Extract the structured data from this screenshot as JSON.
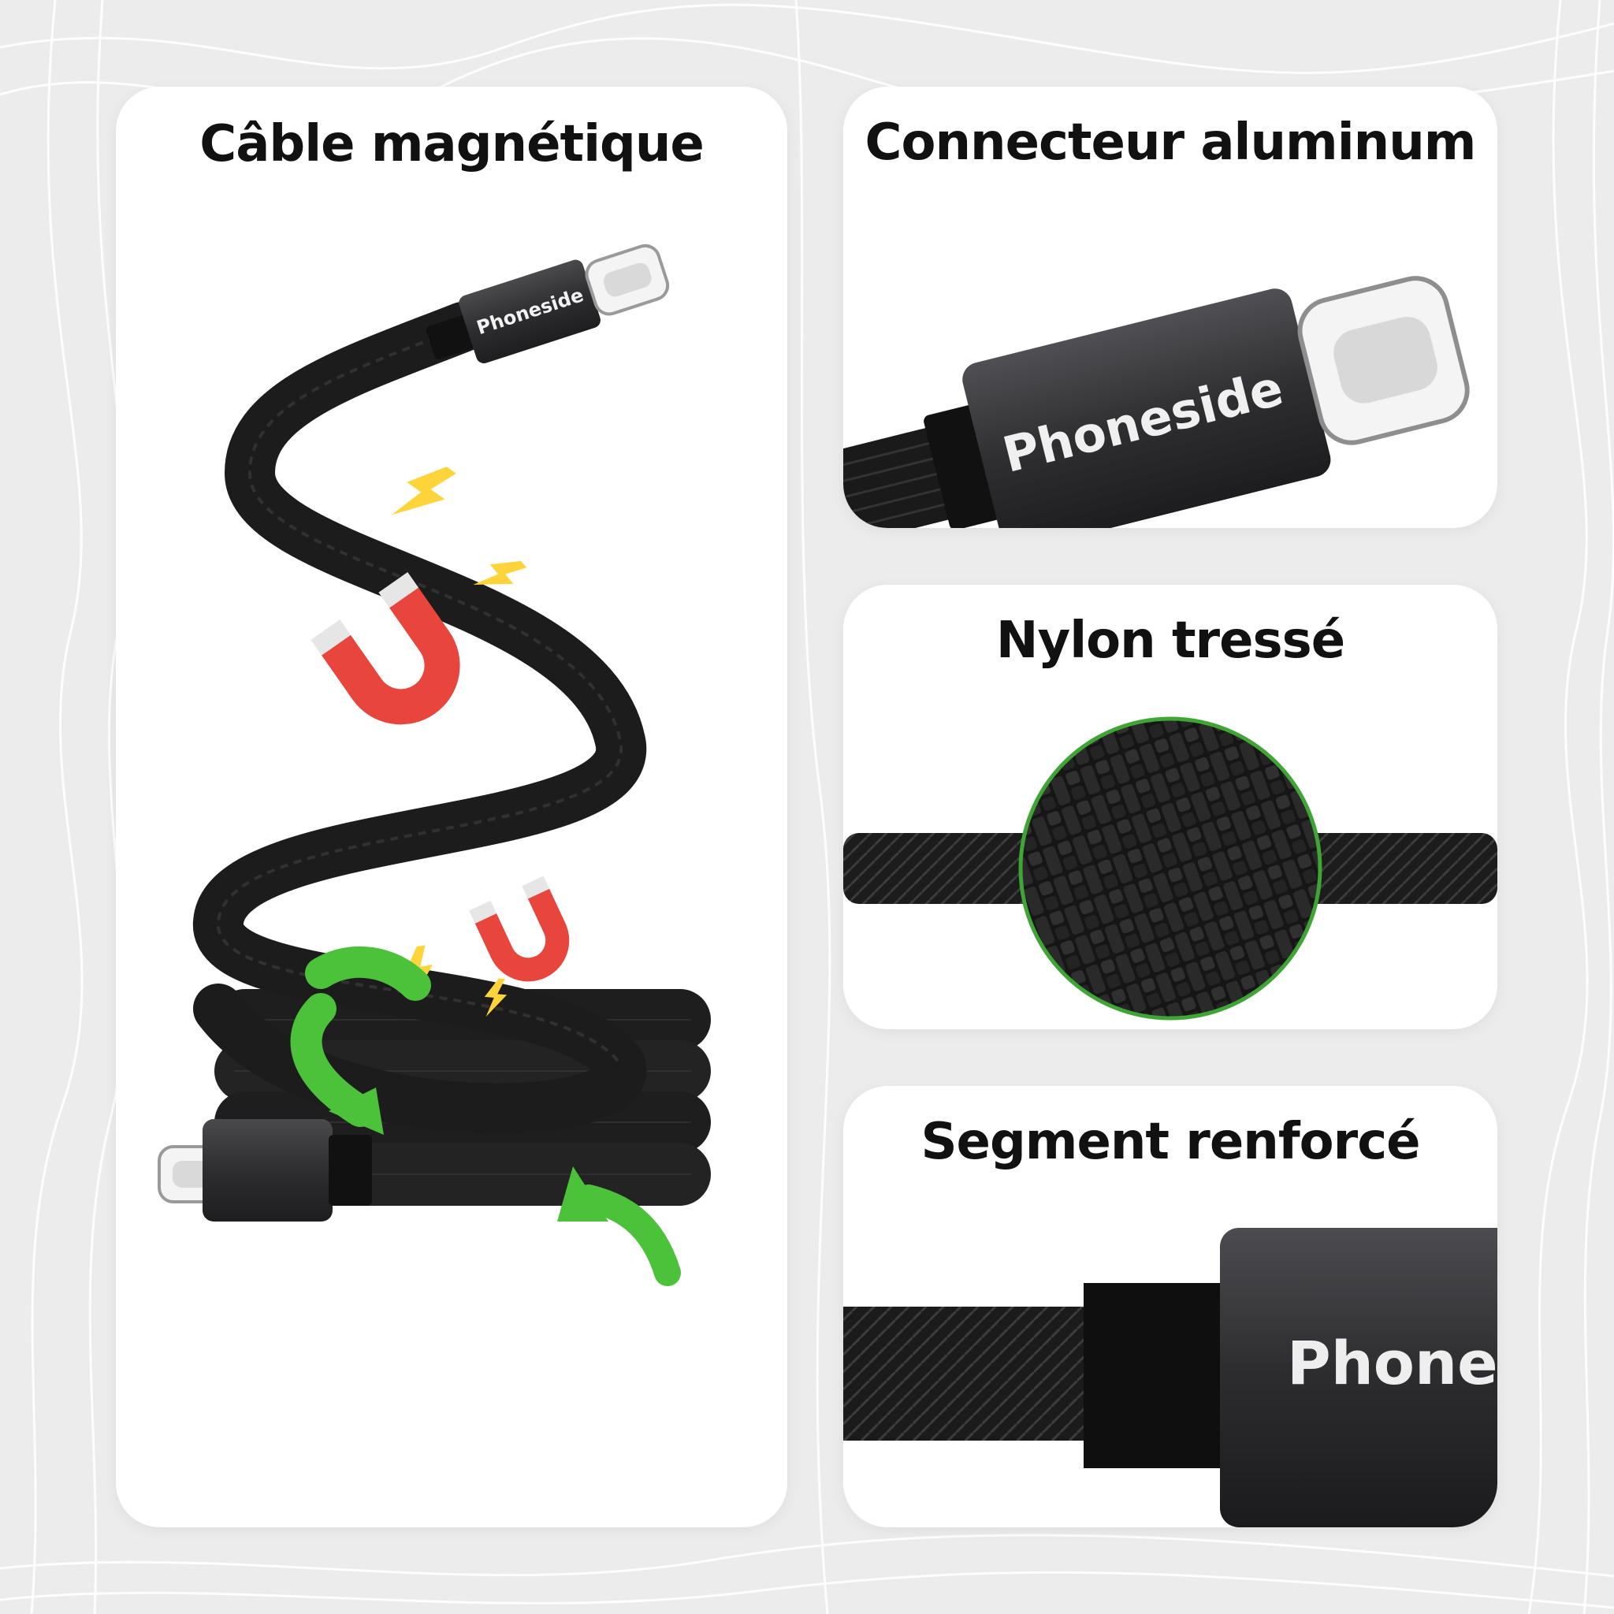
{
  "panels": {
    "magnetic": {
      "title": "Câble magnétique"
    },
    "connector": {
      "title": "Connecteur aluminum"
    },
    "nylon": {
      "title": "Nylon tressé"
    },
    "segment": {
      "title": "Segment renforcé"
    }
  },
  "brand": {
    "logo_text": "Phoneside",
    "logo_text_cropped": "Phones"
  },
  "colors": {
    "page_background": "#ececec",
    "card_background": "#ffffff",
    "cable": "#1c1c1c",
    "connector_body": "#2e2e30",
    "magnet_red": "#e8453c",
    "bolt_yellow": "#ffd43b",
    "arrow_green": "#4cc23a",
    "ring_green": "#3fa535"
  },
  "icons": [
    "lightning-bolt-icon",
    "horseshoe-magnet-icon",
    "rotate-arrow-icon"
  ]
}
